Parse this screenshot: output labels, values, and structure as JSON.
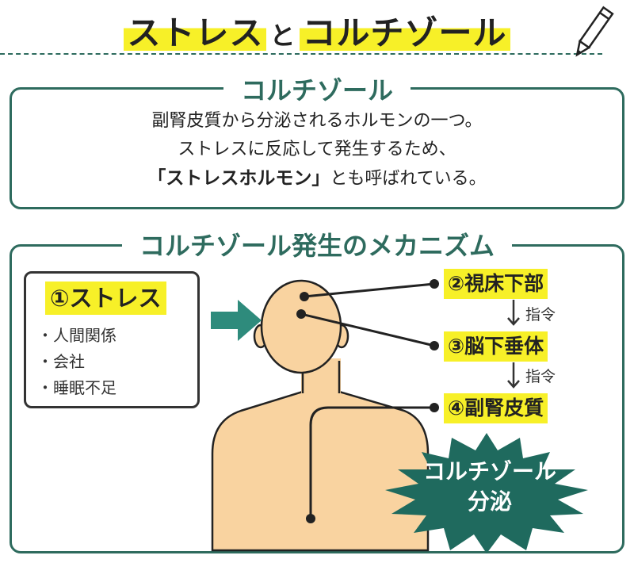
{
  "title": {
    "part1": "ストレス",
    "connector": "と",
    "part2": "コルチゾール"
  },
  "icons": {
    "pencil": "pencil-icon",
    "arrow": "arrow-right-icon"
  },
  "colors": {
    "accent": "#2e6b5e",
    "highlight": "#f7f028",
    "skin": "#f9d3a0",
    "burst": "#1f6a5e"
  },
  "definition": {
    "heading": "コルチゾール",
    "line1": "副腎皮質から分泌されるホルモンの一つ。",
    "line2": "ストレスに反応して発生するため、",
    "line3_strong": "「ストレスホルモン」",
    "line3_rest": "とも呼ばれている。"
  },
  "mechanism": {
    "heading": "コルチゾール発生のメカニズム",
    "stress": {
      "title": "①ストレス",
      "items": [
        "・人間関係",
        "・会社",
        "・睡眠不足"
      ]
    },
    "steps": {
      "hypothalamus": "②視床下部",
      "pituitary": "③脳下垂体",
      "adrenal": "④副腎皮質"
    },
    "command_label": "指令",
    "result": {
      "line1": "コルチゾール",
      "line2": "分泌"
    }
  }
}
